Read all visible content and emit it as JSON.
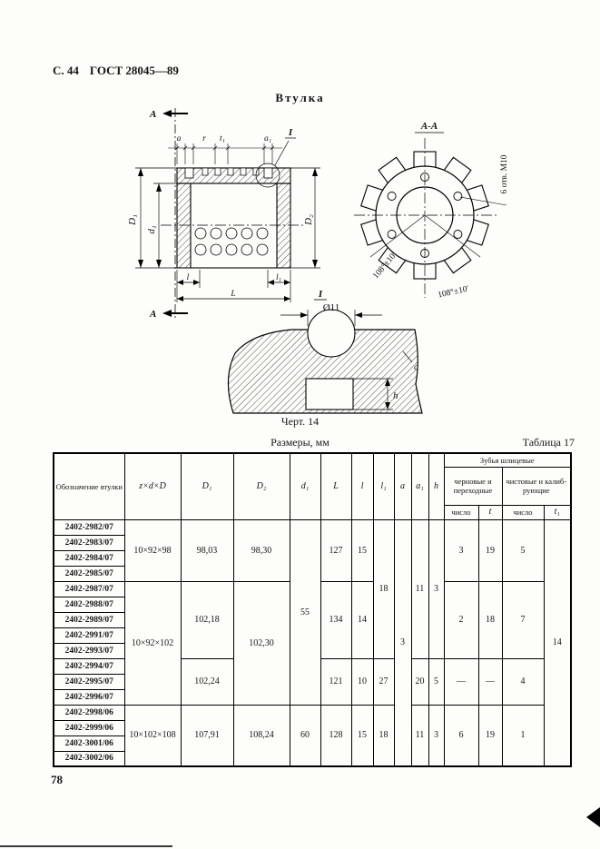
{
  "page": {
    "header_left": "С. 44",
    "header_right": "ГОСТ 28045—89",
    "footer_page": "78"
  },
  "drawing": {
    "title": "Втулка",
    "caption": "Черт. 14",
    "section_mark_top": "А",
    "section_mark_bottom": "А",
    "dim_a": "a",
    "dim_r": "r",
    "dim_t1": "t₁",
    "dim_a1": "a₁",
    "detail_ref": "I",
    "dim_D1": "D₁",
    "dim_d1": "d₁",
    "dim_D2": "D₂",
    "dim_l": "l",
    "dim_L": "L",
    "dim_l1": "l₁",
    "section_label": "А-А",
    "holes_note": "6 отв. М10",
    "angle_left": "108°±10′",
    "angle_bottom": "108°±10′",
    "detail_label": "I",
    "detail_dia": "Ø11",
    "dim_h": "h",
    "dim_c": "c"
  },
  "table": {
    "title": "Размеры, мм",
    "number": "Таблица 17",
    "header": {
      "designation": "Обозначение втулки",
      "zxd": "z×d×D",
      "D1": "D₁",
      "D2": "D₂",
      "d1": "d₁",
      "L": "L",
      "l": "l",
      "l1": "l₁",
      "a": "a",
      "a1": "a₁",
      "h": "h",
      "teeth": "Зубья шлицевые",
      "rough": "черновые и пере­ходные",
      "finish": "чистовые и калиб­рующие",
      "count1": "число",
      "t": "t",
      "count2": "число",
      "t1": "t₁"
    },
    "designations": [
      "2402-2982/07",
      "2402-2983/07",
      "2402-2984/07",
      "2402-2985/07",
      "2402-2987/07",
      "2402-2988/07",
      "2402-2989/07",
      "2402-2991/07",
      "2402-2993/07",
      "2402-2994/07",
      "2402-2995/07",
      "2402-2996/07",
      "2402-2998/06",
      "2402-2999/06",
      "2402-3001/06",
      "2402-3002/06"
    ],
    "zxd_values": [
      "10×92×98",
      "10×92×102",
      "10×102×108"
    ],
    "D1_values": [
      "98,03",
      "102,18",
      "102,24",
      "107,91"
    ],
    "D2_values": [
      "98,30",
      "102,30",
      "108,24"
    ],
    "d1_values": [
      "55",
      "60"
    ],
    "L_values": [
      "127",
      "134",
      "121",
      "128"
    ],
    "l_values": [
      "15",
      "14",
      "10",
      "15"
    ],
    "l1_values": [
      "18",
      "27",
      "18"
    ],
    "a_value": "3",
    "a1_values": [
      "11",
      "20",
      "11"
    ],
    "h_values": [
      "3",
      "5",
      "3"
    ],
    "rough_count": [
      "3",
      "2",
      "—",
      "6"
    ],
    "rough_t": [
      "19",
      "18",
      "—",
      "19"
    ],
    "finish_count": [
      "5",
      "7",
      "4",
      "1"
    ],
    "t1_value": "14"
  }
}
